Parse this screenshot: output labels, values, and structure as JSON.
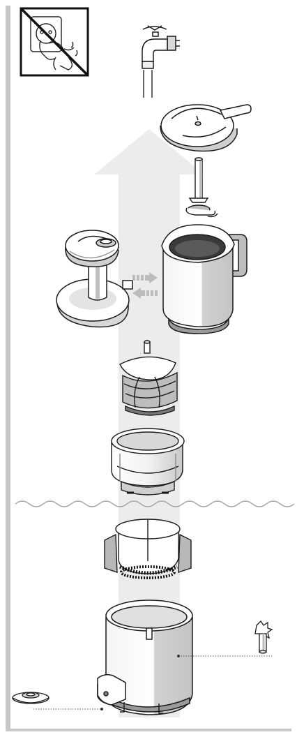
{
  "diagram": {
    "kind": "exploded assembly / cleaning instructions",
    "colors": {
      "frame": "#c8c8c8",
      "arrow": "#ececec",
      "outline": "#1a1a1a",
      "body_fill": "#ffffff",
      "shade": "#cfcfcf",
      "dark": "#555555",
      "water_line": "#9a9a9a",
      "warning_stroke": "#111111"
    },
    "icons": [
      "no-water-on-plug-icon",
      "water-tap-icon",
      "rinse-direction-arrow"
    ],
    "parts": [
      "lid",
      "pusher-shaft",
      "hopper-with-pusher",
      "juice-jug",
      "auger",
      "strainer",
      "brush-holder",
      "main-bowl-base",
      "cleaning-brush",
      "spout-cap"
    ]
  }
}
